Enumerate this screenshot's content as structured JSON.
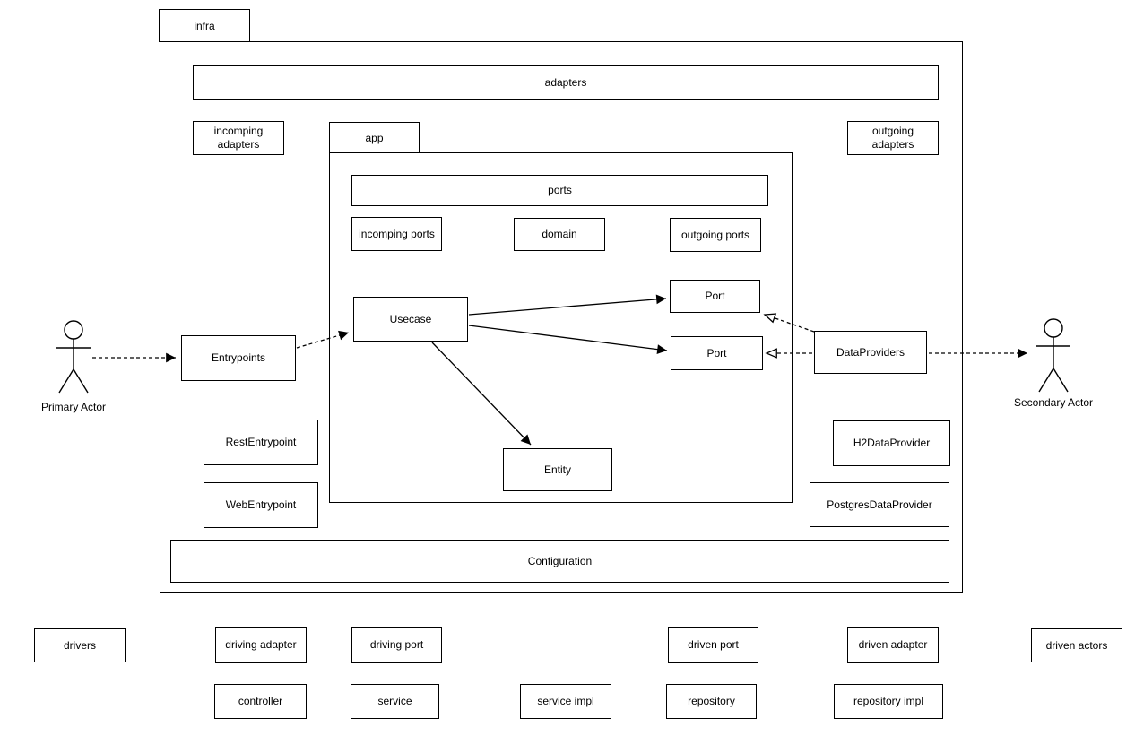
{
  "colors": {
    "background": "#ffffff",
    "line": "#000000",
    "text": "#000000",
    "shape_fill": "#ffffff"
  },
  "infra": {
    "label": "infra",
    "adapters_bar": "adapters",
    "incoming_adapters": "incomping adapters",
    "outgoing_adapters": "outgoing adapters",
    "entrypoints": "Entrypoints",
    "rest_entrypoint": "RestEntrypoint",
    "web_entrypoint": "WebEntrypoint",
    "dataproviders": "DataProviders",
    "h2_dataprovider": "H2DataProvider",
    "postgres_dataprovider": "PostgresDataProvider",
    "configuration_bar": "Configuration"
  },
  "app": {
    "label": "app",
    "ports_bar": "ports",
    "incoming_ports": "incomping ports",
    "domain": "domain",
    "outgoing_ports": "outgoing ports",
    "usecase": "Usecase",
    "port_top": "Port",
    "port_bottom": "Port",
    "entity": "Entity"
  },
  "actors": {
    "primary": "Primary Actor",
    "secondary": "Secondary Actor"
  },
  "legend": {
    "row1": [
      "drivers",
      "driving adapter",
      "driving port",
      "driven port",
      "driven adapter",
      "driven actors"
    ],
    "row2": [
      "controller",
      "service",
      "service impl",
      "repository",
      "repository impl"
    ]
  }
}
